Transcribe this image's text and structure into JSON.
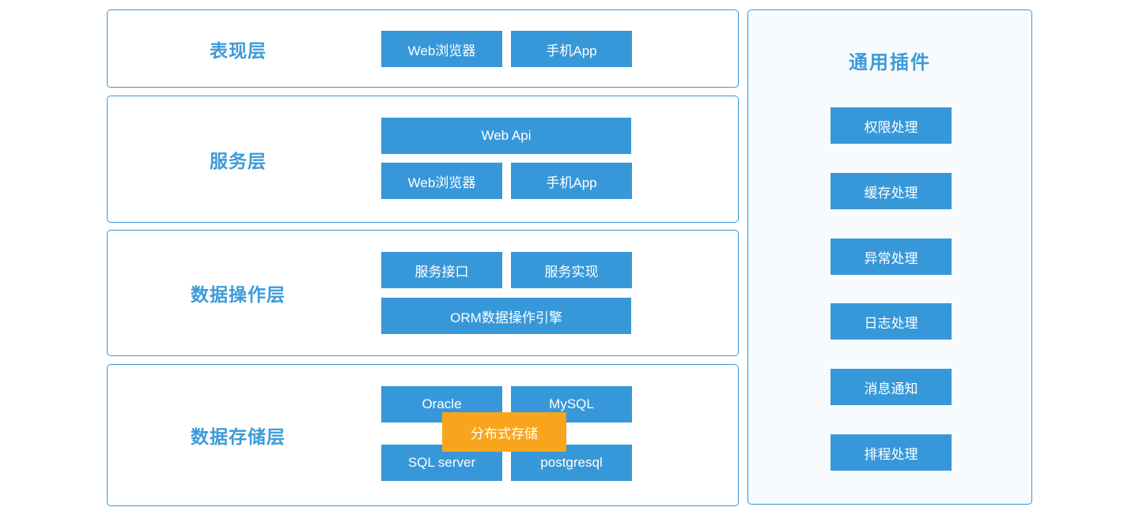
{
  "colors": {
    "block_blue": "#3798d9",
    "border_blue": "#3a97d9",
    "label_blue": "#3d9ad8",
    "accent_orange": "#f8a51d",
    "panel_bg": "#f7fbfe",
    "block_text": "#ffffff",
    "page_bg": "#ffffff"
  },
  "layers": [
    {
      "label": "表现层",
      "blocks": [
        "Web浏览器",
        "手机App"
      ]
    },
    {
      "label": "服务层",
      "blocks": [
        "Web Api",
        "Web浏览器",
        "手机App"
      ]
    },
    {
      "label": "数据操作层",
      "blocks": [
        "服务接口",
        "服务实现",
        "ORM数据操作引擎"
      ]
    },
    {
      "label": "数据存储层",
      "blocks": [
        "Oracle",
        "MySQL",
        "SQL server",
        "postgresql",
        "分布式存储"
      ]
    }
  ],
  "plugins_panel": {
    "title": "通用插件",
    "items": [
      "权限处理",
      "缓存处理",
      "异常处理",
      "日志处理",
      "消息通知",
      "排程处理"
    ]
  }
}
